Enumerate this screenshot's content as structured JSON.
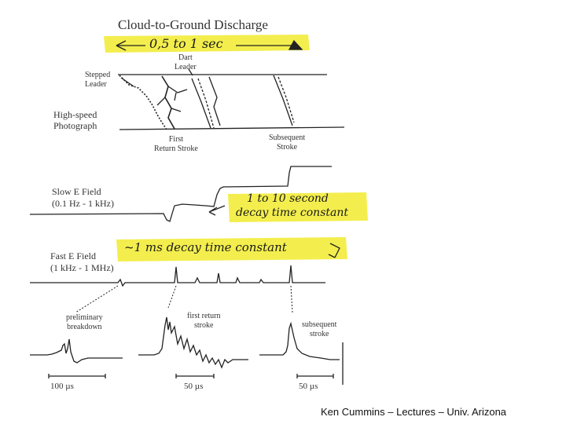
{
  "title": "Cloud-to-Ground Discharge",
  "notes": {
    "duration": "0,5 to 1 sec",
    "slow_decay": [
      "1 to 10 second",
      "decay time constant"
    ],
    "fast_decay": "~1 ms decay time constant"
  },
  "photo": {
    "row_label": [
      "High-speed",
      "Photograph"
    ],
    "stepped_leader": [
      "Stepped",
      "Leader"
    ],
    "dart_leader": [
      "Dart",
      "Leader"
    ],
    "first_return": [
      "First",
      "Return Stroke"
    ],
    "subsequent": [
      "Subsequent",
      "Stroke"
    ]
  },
  "slow_field": {
    "label": [
      "Slow E Field",
      "(0.1 Hz - 1 kHz)"
    ]
  },
  "fast_field": {
    "label": [
      "Fast E Field",
      "(1 kHz - 1 MHz)"
    ]
  },
  "panels": [
    {
      "label": [
        "preliminary",
        "breakdown"
      ],
      "scale": "100 µs"
    },
    {
      "label": [
        "first return",
        "stroke"
      ],
      "scale": "50 µs"
    },
    {
      "label": [
        "subsequent",
        "stroke"
      ],
      "scale": "50 µs"
    }
  ],
  "credit": "Ken Cummins – Lectures – Univ. Arizona",
  "colors": {
    "highlight": "#f2ec3a",
    "ink": "#222222"
  }
}
